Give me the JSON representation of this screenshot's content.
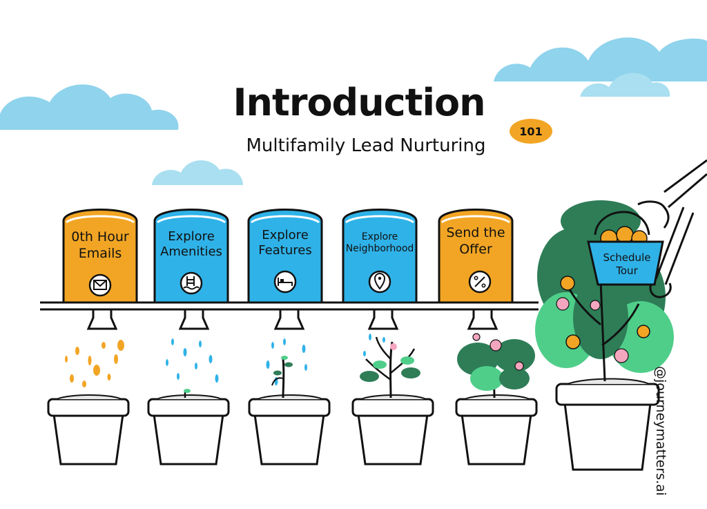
{
  "header": {
    "title": "Introduction",
    "subtitle": "Multifamily Lead Nurturing",
    "badge": "101"
  },
  "steps": [
    {
      "label": "0th Hour Emails",
      "icon": "envelope-icon",
      "color": "#f2a524"
    },
    {
      "label": "Explore Amenities",
      "icon": "pool-ladder-icon",
      "color": "#2fb2e8"
    },
    {
      "label": "Explore Features",
      "icon": "bed-icon",
      "color": "#2fb2e8"
    },
    {
      "label": "Explore Neighborhood",
      "icon": "location-pin-icon",
      "color": "#2fb2e8"
    },
    {
      "label": "Send the Offer",
      "icon": "percent-icon",
      "color": "#f2a524"
    }
  ],
  "final_step": {
    "label": "Schedule Tour",
    "icon": "basket-icon",
    "color": "#2fb2e8"
  },
  "credit": "@journeymatters.ai",
  "colors": {
    "orange": "#f2a524",
    "blue": "#2fb2e8",
    "cloud": "#8fd3ec",
    "leaf_dark": "#2e7d57",
    "leaf_light": "#4fce8a",
    "blossom": "#f4a6bf"
  }
}
